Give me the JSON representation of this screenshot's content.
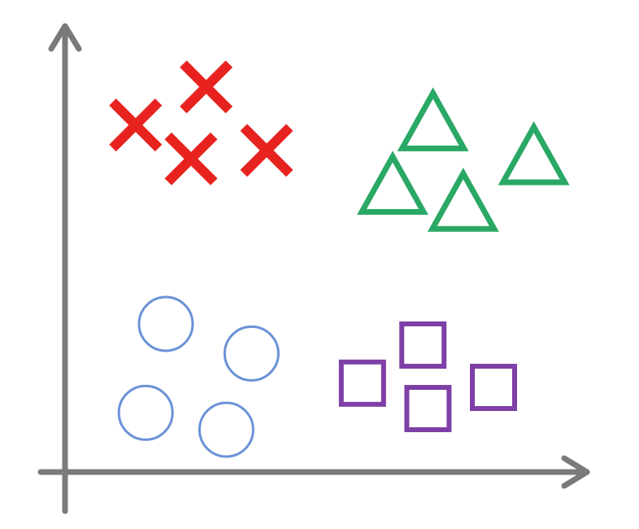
{
  "colors": {
    "axis": "#7a7a7a",
    "cross": "#e8231f",
    "triangle": "#2aa866",
    "circle": "#6a92d6",
    "square": "#7e3fa6",
    "background": "#ffffff"
  },
  "chart_data": {
    "type": "scatter",
    "title": "",
    "xlabel": "",
    "ylabel": "",
    "xlim": [
      0,
      100
    ],
    "ylim": [
      0,
      100
    ],
    "grid": false,
    "legend": "none",
    "series": [
      {
        "marker": "x-cross",
        "color": "#e8231f",
        "points": [
          {
            "x": 14,
            "y": 82
          },
          {
            "x": 28,
            "y": 91
          },
          {
            "x": 25,
            "y": 74
          },
          {
            "x": 40,
            "y": 76
          }
        ]
      },
      {
        "marker": "triangle",
        "color": "#2aa866",
        "points": [
          {
            "x": 73,
            "y": 83
          },
          {
            "x": 65,
            "y": 68
          },
          {
            "x": 79,
            "y": 64
          },
          {
            "x": 93,
            "y": 75
          }
        ]
      },
      {
        "marker": "circle",
        "color": "#6a92d6",
        "points": [
          {
            "x": 20,
            "y": 35
          },
          {
            "x": 37,
            "y": 28
          },
          {
            "x": 16,
            "y": 14
          },
          {
            "x": 32,
            "y": 10
          }
        ]
      },
      {
        "marker": "square",
        "color": "#7e3fa6",
        "points": [
          {
            "x": 59,
            "y": 21
          },
          {
            "x": 71,
            "y": 30
          },
          {
            "x": 72,
            "y": 15
          },
          {
            "x": 85,
            "y": 20
          }
        ]
      }
    ]
  }
}
